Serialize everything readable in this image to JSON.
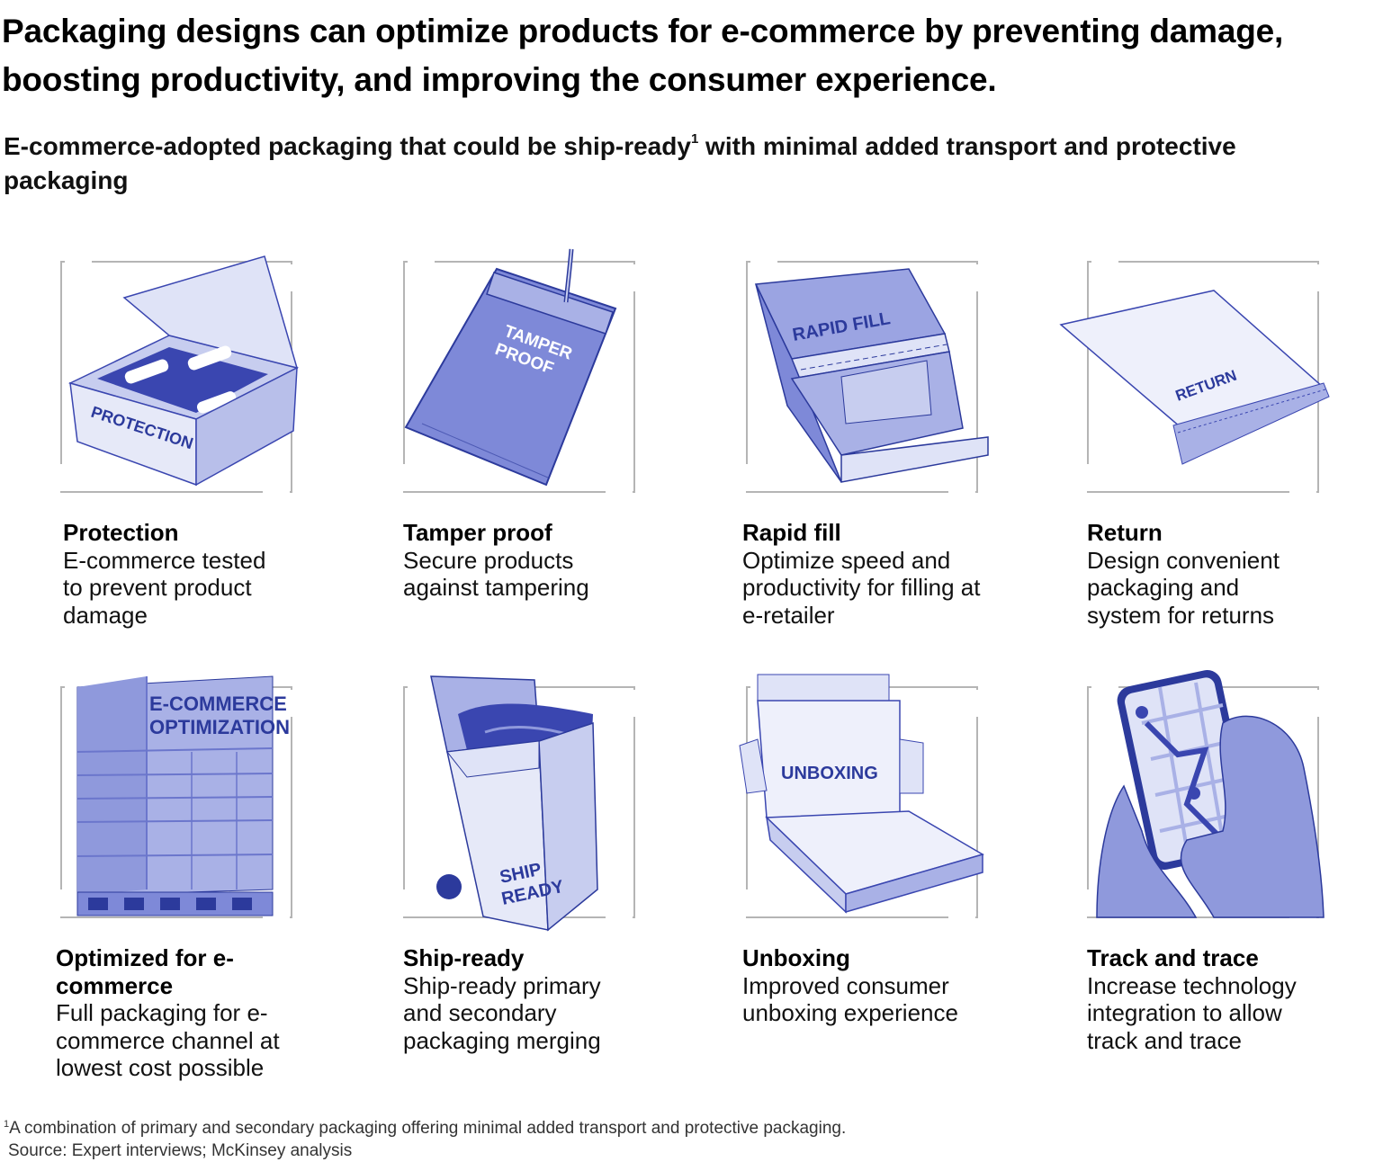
{
  "title": "Packaging designs can optimize products for e-commerce by preventing damage, boosting productivity, and improving the consumer experience.",
  "subtitle": {
    "text_before": "E-commerce-adopted packaging that could be ship-ready",
    "footnote_marker": "1",
    "text_after": " with minimal added transport and protective packaging"
  },
  "colors": {
    "illustration_fill": "#a9b1e6",
    "illustration_dark": "#3a46b0",
    "illustration_light": "#dfe3f7",
    "frame": "#b5b5b5"
  },
  "cards": [
    {
      "heading": "Protection",
      "description": "E-commerce tested to prevent product damage",
      "image_label": "PROTECTION",
      "icon": "protection-box-icon"
    },
    {
      "heading": "Tamper proof",
      "description": "Secure products against tampering",
      "image_label_line1": "TAMPER",
      "image_label_line2": "PROOF",
      "icon": "tamper-envelope-icon"
    },
    {
      "heading": "Rapid fill",
      "description": "Optimize speed and productivity for filling at e-retailer",
      "image_label": "RAPID FILL",
      "icon": "rapid-fill-box-icon"
    },
    {
      "heading": "Return",
      "description": "Design convenient packaging and system for returns",
      "image_label": "RETURN",
      "icon": "return-mailer-icon"
    },
    {
      "heading": "Optimized for e-commerce",
      "description": "Full packaging for e-commerce channel at lowest cost possible",
      "image_label_line1": "E-COMMERCE",
      "image_label_line2": "OPTIMIZATION",
      "icon": "pallet-boxes-icon"
    },
    {
      "heading": "Ship-ready",
      "description": "Ship-ready primary and secondary packaging merging",
      "image_label_line1": "SHIP",
      "image_label_line2": "READY",
      "icon": "ship-ready-box-icon"
    },
    {
      "heading": "Unboxing",
      "description": "Improved consumer unboxing experience",
      "image_label": "UNBOXING",
      "icon": "unboxing-box-icon"
    },
    {
      "heading": "Track and trace",
      "description": "Increase technology integration to allow track and trace",
      "icon": "phone-map-icon"
    }
  ],
  "footnote": {
    "marker": "1",
    "text": "A combination of primary and secondary packaging offering minimal added transport and protective packaging."
  },
  "source": "Source: Expert interviews; McKinsey analysis"
}
